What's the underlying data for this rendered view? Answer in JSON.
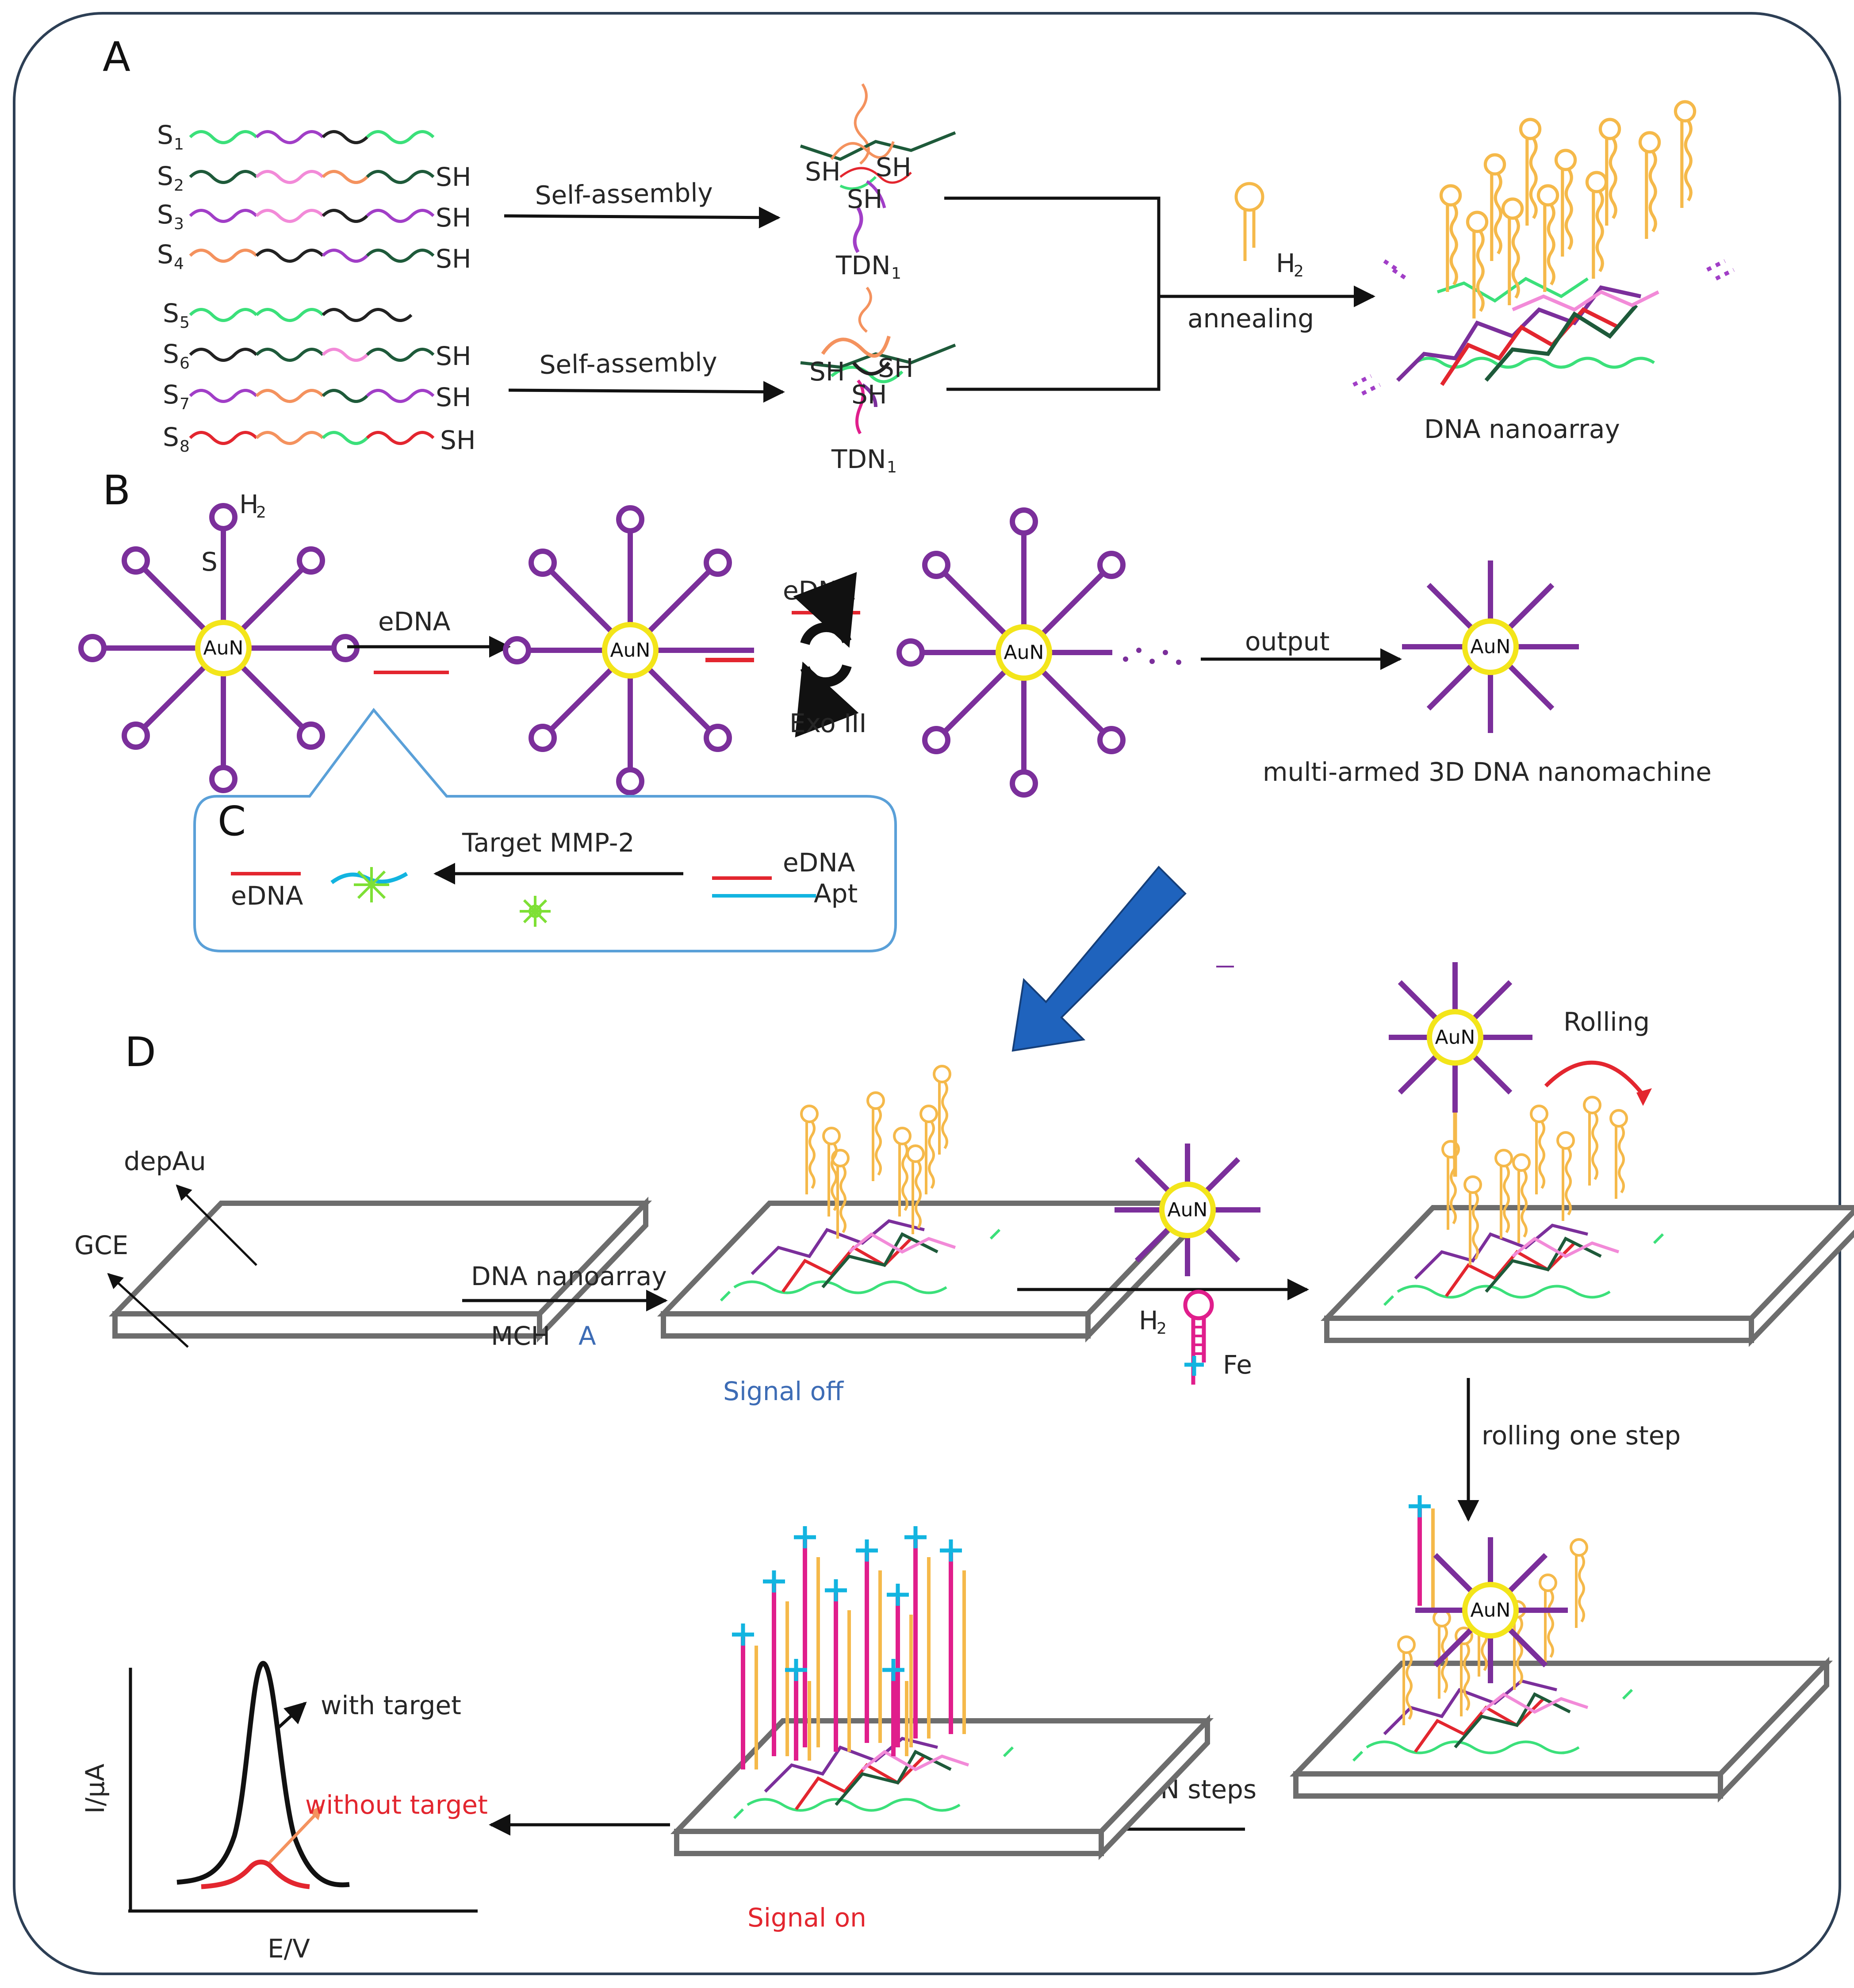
{
  "panels": {
    "a": "A",
    "b": "B",
    "c": "C",
    "d": "D"
  },
  "panel_a": {
    "strands_top": [
      {
        "name": "S",
        "idx": "1",
        "sh": ""
      },
      {
        "name": "S",
        "idx": "2",
        "sh": "SH"
      },
      {
        "name": "S",
        "idx": "3",
        "sh": "SH"
      },
      {
        "name": "S",
        "idx": "4",
        "sh": "SH"
      }
    ],
    "strands_bottom": [
      {
        "name": "S",
        "idx": "5",
        "sh": ""
      },
      {
        "name": "S",
        "idx": "6",
        "sh": "SH"
      },
      {
        "name": "S",
        "idx": "7",
        "sh": "SH"
      },
      {
        "name": "S",
        "idx": "8",
        "sh": "SH"
      }
    ],
    "self_assembly": "Self-assembly",
    "tdn_top": "TDN",
    "tdn_top_sub": "1",
    "tdn_bottom": "TDN",
    "tdn_bottom_sub": "1",
    "sh": "SH",
    "hairpin": "H",
    "hairpin_sub": "2",
    "annealing": "annealing",
    "nanoarray": "DNA nanoarray"
  },
  "panel_b": {
    "h2": "H",
    "h2_sub": "2",
    "s": "S",
    "aun": "AuN",
    "edna_arrow": "eDNA",
    "edna_cycle": "eDNA",
    "exo": "Exo III",
    "output": "output",
    "machine": "multi-armed 3D DNA nanomachine"
  },
  "panel_c": {
    "target": "Target MMP-2",
    "edna_left": "eDNA",
    "edna_right": "eDNA",
    "apt": "Apt"
  },
  "panel_d": {
    "depau": "depAu",
    "gce": "GCE",
    "nanoarray": "DNA nanoarray",
    "mch": "MCH",
    "mch_a": "A",
    "signal_off": "Signal off",
    "h2": "H",
    "h2_sub": "2",
    "fe": "Fe",
    "aun": "AuN",
    "rolling": "Rolling",
    "one_step": "rolling one step",
    "n_steps": "Rolling N steps",
    "signal_on": "Signal on",
    "with_target": "with target",
    "without_target": "without target",
    "ylabel": "I/μA",
    "xlabel": "E/V"
  },
  "colors": {
    "frame": "#2d3f55",
    "purple": "#7b2f9b",
    "gold": "#f5b94a",
    "yellow": "#f3e51a",
    "red": "#e3262f",
    "magenta": "#e01e8c",
    "cyan": "#12b4e0",
    "green": "#3be07a",
    "darkgreen": "#1e5a3a",
    "pink": "#f28ad8",
    "orange": "#f4925e",
    "blue_arrow": "#1f63bd",
    "box_edge": "#5aa0d8"
  }
}
